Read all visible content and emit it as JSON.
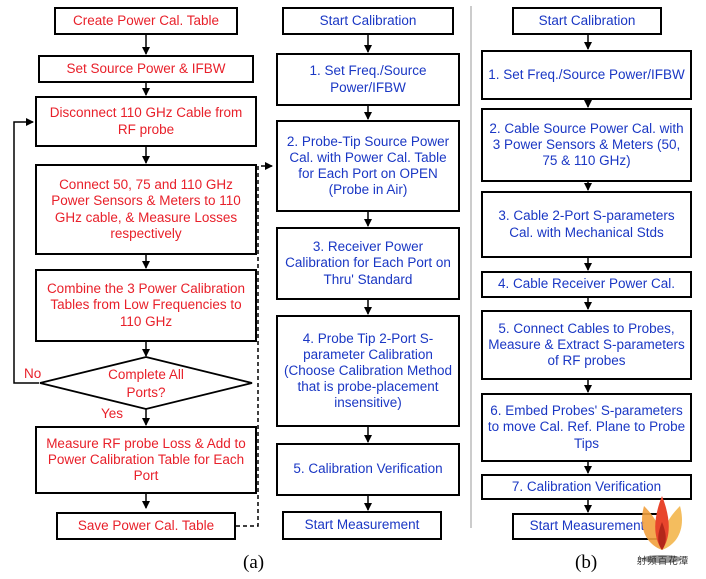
{
  "panel_a": {
    "steps": [
      "Create Power Cal. Table",
      "Set Source Power & IFBW",
      "Disconnect 110 GHz Cable from RF probe",
      "Connect 50, 75 and 110 GHz Power Sensors & Meters to 110 GHz cable, & Measure Losses respectively",
      "Combine the 3 Power Calibration Tables from Low Frequencies to 110 GHz"
    ],
    "decision": {
      "line1": "Complete All",
      "line2": "Ports?"
    },
    "no_label": "No",
    "yes_label": "Yes",
    "after_steps": [
      "Measure RF probe Loss & Add to Power Calibration Table for Each Port",
      "Save Power Cal. Table"
    ],
    "caption": "(a)"
  },
  "panel_a2": {
    "start": "Start Calibration",
    "steps": [
      "1. Set Freq./Source Power/IFBW",
      "2. Probe-Tip Source Power Cal. with Power Cal. Table for Each Port on OPEN (Probe in Air)",
      "3. Receiver Power Calibration for Each Port on Thru' Standard",
      "4. Probe Tip 2-Port S-parameter Calibration (Choose Calibration Method that is probe-placement insensitive)",
      "5. Calibration Verification"
    ],
    "end": "Start Measurement"
  },
  "panel_b": {
    "start": "Start Calibration",
    "steps": [
      "1. Set Freq./Source Power/IFBW",
      "2. Cable Source Power Cal. with 3 Power Sensors & Meters (50, 75 & 110 GHz)",
      "3. Cable 2-Port S-parameters Cal. with Mechanical Stds",
      "4. Cable Receiver Power Cal.",
      "5. Connect Cables to Probes, Measure & Extract S-parameters of RF probes",
      "6. Embed Probes' S-parameters to move Cal. Ref. Plane to Probe Tips",
      "7. Calibration Verification"
    ],
    "end": "Start Measurement",
    "caption": "(b)"
  },
  "colors": {
    "red": "#e8202a",
    "blue": "#1a37c4",
    "line": "#000000"
  },
  "watermark": {
    "text": "射频百花潭"
  }
}
